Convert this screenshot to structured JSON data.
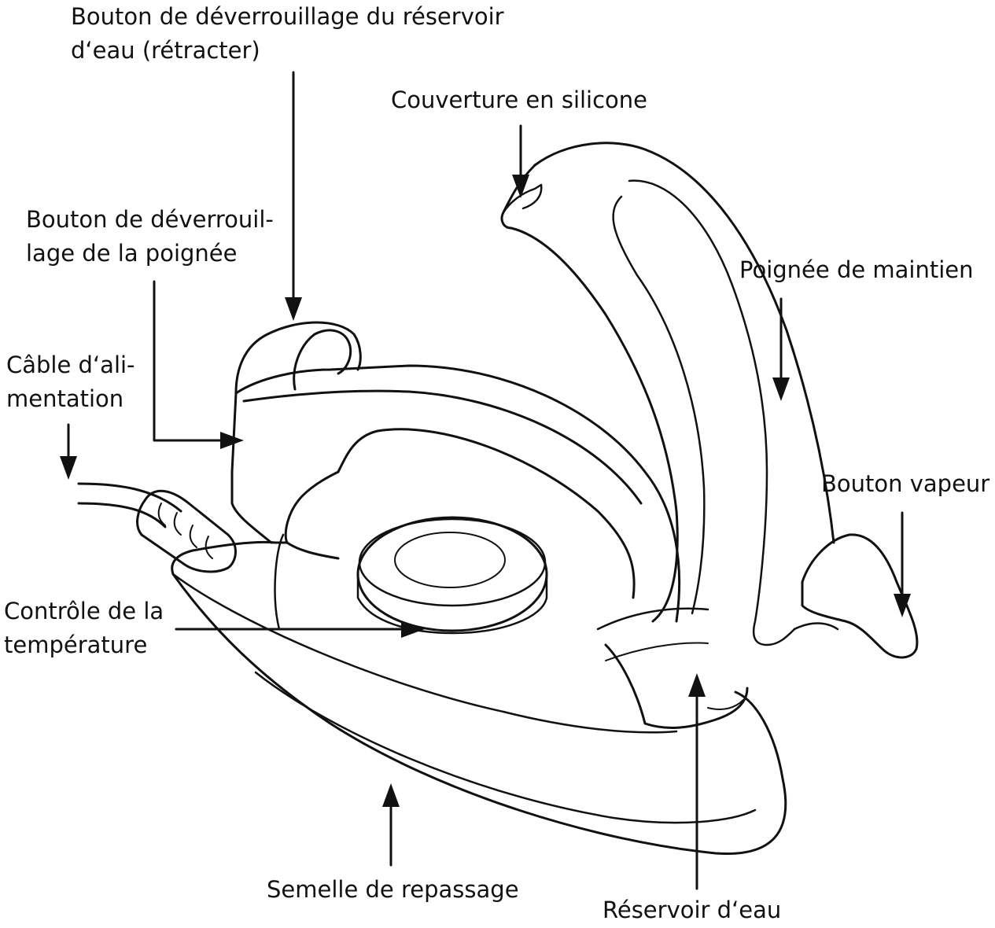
{
  "diagram": {
    "labels": {
      "reservoir_release": {
        "lines": [
          "Bouton de déverrouillage du réservoir",
          "d‘eau (rétracter)"
        ]
      },
      "silicone_cover": {
        "lines": [
          "Couverture en silicone"
        ]
      },
      "handle_release": {
        "lines": [
          "Bouton de déverrouil-",
          "lage de la poignée"
        ]
      },
      "power_cable": {
        "lines": [
          "Câble d‘ali-",
          "mentation"
        ]
      },
      "grip_handle": {
        "lines": [
          "Poignée de maintien"
        ]
      },
      "steam_button": {
        "lines": [
          "Bouton vapeur"
        ]
      },
      "temperature_control": {
        "lines": [
          "Contrôle de la",
          "température"
        ]
      },
      "soleplate": {
        "lines": [
          "Semelle de repassage"
        ]
      },
      "water_tank": {
        "lines": [
          "Réservoir d‘eau"
        ]
      }
    },
    "colors": {
      "line": "#111111",
      "background": "#ffffff"
    }
  }
}
